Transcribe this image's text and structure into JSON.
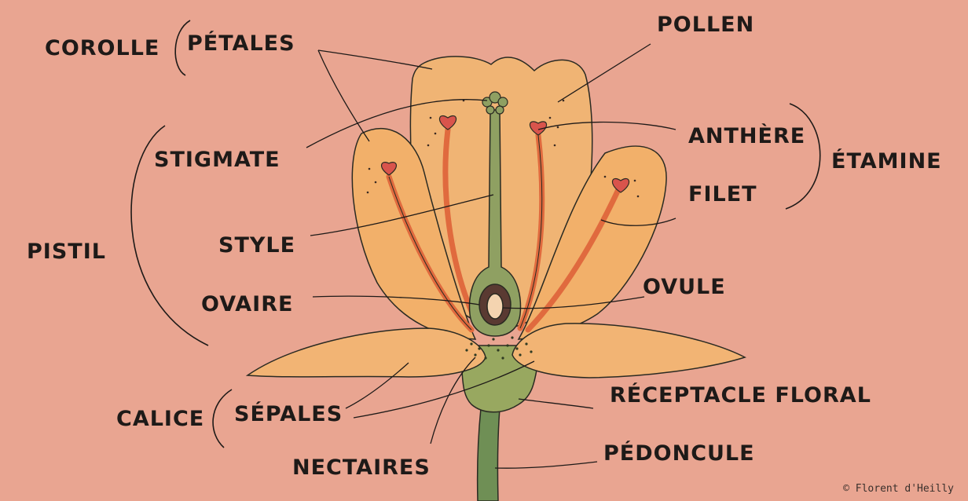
{
  "labels": {
    "corolle": "COROLLE",
    "petales": "PÉTALES",
    "pollen": "POLLEN",
    "stigmate": "STIGMATE",
    "anthere": "ANTHÈRE",
    "etamine": "ÉTAMINE",
    "filet": "FILET",
    "pistil": "PISTIL",
    "style": "STYLE",
    "ovaire": "OVAIRE",
    "ovule": "OVULE",
    "calice": "CALICE",
    "sepales": "SÉPALES",
    "receptacle": "RÉCEPTACLE FLORAL",
    "nectaires": "NECTAIRES",
    "pedoncule": "PÉDONCULE"
  },
  "credit": "© Florent d'Heilly",
  "colors": {
    "background": "#e9a591",
    "petal": "#f0b474",
    "sepal": "#f2b474",
    "stem": "#6f8f55",
    "filament": "#e06a3e",
    "anther": "#d9544c",
    "ink": "#1e1a18"
  }
}
